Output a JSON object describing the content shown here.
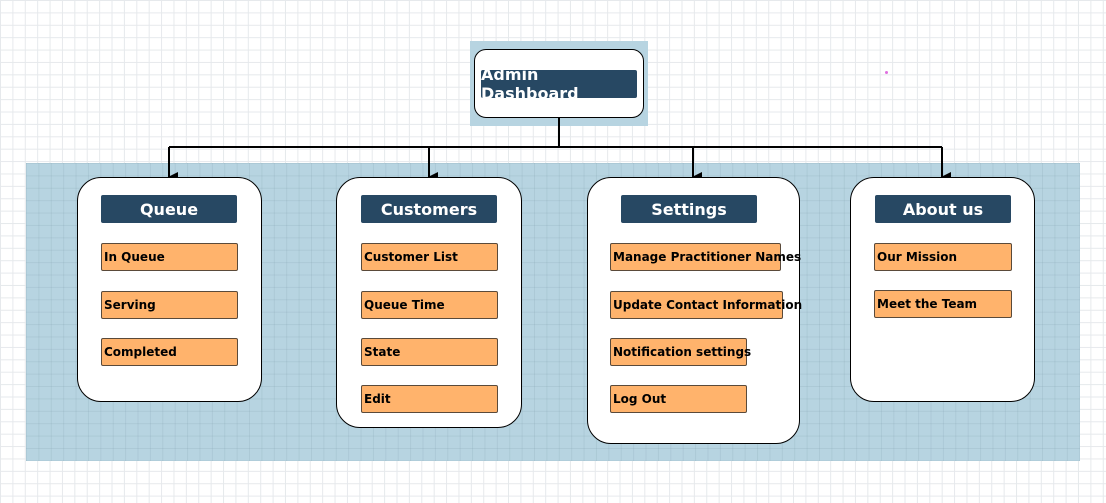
{
  "root": {
    "title": "Admin Dashboard"
  },
  "colors": {
    "header": "#274863",
    "item": "#ffb36c",
    "band": "#b7d4e1"
  },
  "sections": [
    {
      "title": "Queue",
      "items": [
        "In Queue",
        "Serving",
        "Completed"
      ]
    },
    {
      "title": "Customers",
      "items": [
        "Customer List",
        "Queue Time",
        "State",
        "Edit"
      ]
    },
    {
      "title": "Settings",
      "items": [
        "Manage Practitioner Names",
        "Update Contact Information",
        "Notification settings",
        "Log Out"
      ]
    },
    {
      "title": "About us",
      "items": [
        "Our Mission",
        "Meet the Team"
      ]
    }
  ]
}
